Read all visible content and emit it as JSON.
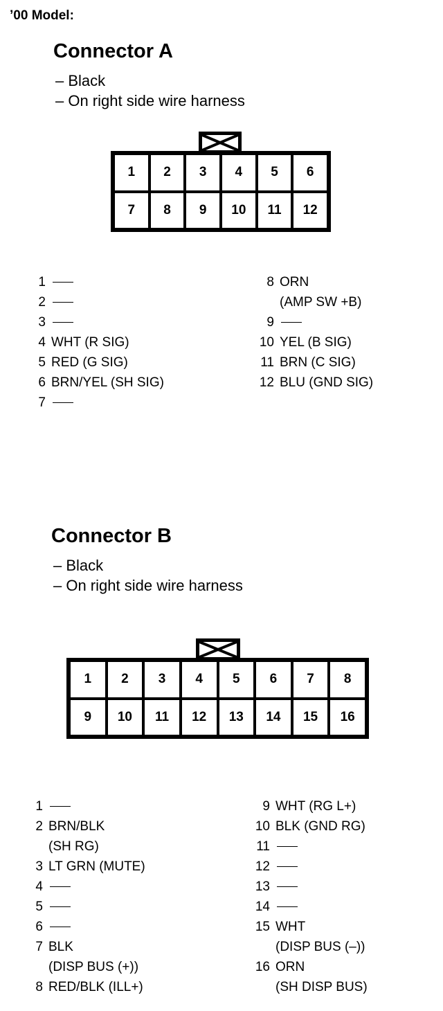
{
  "header": {
    "model": "’00 Model:"
  },
  "connector_a": {
    "title": "Connector A",
    "desc": [
      "– Black",
      "– On right side wire harness"
    ],
    "rows": [
      [
        "1",
        "2",
        "3",
        "4",
        "5",
        "6"
      ],
      [
        "7",
        "8",
        "9",
        "10",
        "11",
        "12"
      ]
    ],
    "left_list": [
      {
        "n": "1",
        "lines": []
      },
      {
        "n": "2",
        "lines": []
      },
      {
        "n": "3",
        "lines": []
      },
      {
        "n": "4",
        "lines": [
          "WHT (R SIG)"
        ]
      },
      {
        "n": "5",
        "lines": [
          "RED (G SIG)"
        ]
      },
      {
        "n": "6",
        "lines": [
          "BRN/YEL (SH SIG)"
        ]
      },
      {
        "n": "7",
        "lines": []
      }
    ],
    "right_list": [
      {
        "n": "8",
        "lines": [
          "ORN",
          "(AMP SW +B)"
        ]
      },
      {
        "n": "9",
        "lines": []
      },
      {
        "n": "10",
        "lines": [
          "YEL (B SIG)"
        ]
      },
      {
        "n": "11",
        "lines": [
          "BRN (C SIG)"
        ]
      },
      {
        "n": "12",
        "lines": [
          "BLU (GND SIG)"
        ]
      }
    ]
  },
  "connector_b": {
    "title": "Connector B",
    "desc": [
      "– Black",
      "– On right side wire harness"
    ],
    "rows": [
      [
        "1",
        "2",
        "3",
        "4",
        "5",
        "6",
        "7",
        "8"
      ],
      [
        "9",
        "10",
        "11",
        "12",
        "13",
        "14",
        "15",
        "16"
      ]
    ],
    "left_list": [
      {
        "n": "1",
        "lines": []
      },
      {
        "n": "2",
        "lines": [
          "BRN/BLK",
          "(SH RG)"
        ]
      },
      {
        "n": "3",
        "lines": [
          "LT GRN (MUTE)"
        ]
      },
      {
        "n": "4",
        "lines": []
      },
      {
        "n": "5",
        "lines": []
      },
      {
        "n": "6",
        "lines": []
      },
      {
        "n": "7",
        "lines": [
          "BLK",
          "(DISP BUS (+))"
        ]
      },
      {
        "n": "8",
        "lines": [
          "RED/BLK (ILL+)"
        ]
      }
    ],
    "right_list": [
      {
        "n": "9",
        "lines": [
          "WHT (RG L+)"
        ]
      },
      {
        "n": "10",
        "lines": [
          "BLK (GND RG)"
        ]
      },
      {
        "n": "11",
        "lines": []
      },
      {
        "n": "12",
        "lines": []
      },
      {
        "n": "13",
        "lines": []
      },
      {
        "n": "14",
        "lines": []
      },
      {
        "n": "15",
        "lines": [
          "WHT",
          "(DISP BUS (–))"
        ]
      },
      {
        "n": "16",
        "lines": [
          "ORN",
          "(SH DISP BUS)"
        ]
      }
    ]
  }
}
